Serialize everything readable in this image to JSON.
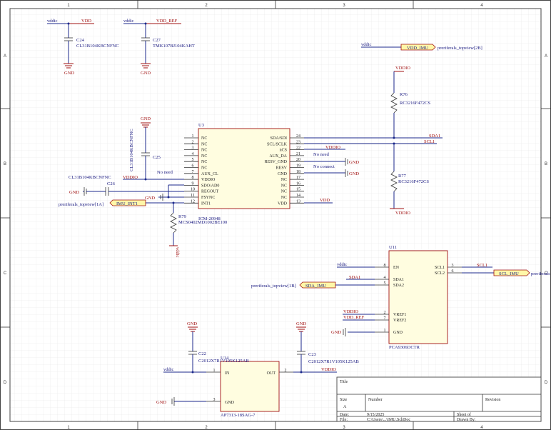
{
  "frame": {
    "columns": [
      "1",
      "2",
      "3",
      "4"
    ],
    "rows": [
      "A",
      "B",
      "C",
      "D"
    ]
  },
  "power": {
    "gnd": "GND",
    "vddic": "vddic",
    "vdd": "VDD",
    "vdd_ref": "VDD_REF",
    "vddio": "VDDIO"
  },
  "nets": {
    "sda1": "SDA1",
    "scl1": "SCL1",
    "no_need": "No need",
    "no_connect": "No connect"
  },
  "ports": {
    "vdd_imu": "VDD_IMU",
    "imu_int1": "IMU_INT1",
    "sda_imu": "SDA_IMU",
    "scl_imu": "SCL_IMU",
    "ref_2b": "preriferals_topview[2B]",
    "ref_1a": "preriferals_topview[1A]",
    "ref_1b": "preriferals_topview[1B]",
    "ref_scl": "preriferals"
  },
  "parts": {
    "c24": {
      "ref": "C24",
      "value": "CL31B104KBCNFNC"
    },
    "c27": {
      "ref": "C27",
      "value": "TMK107BJ104KAHT"
    },
    "c25": {
      "ref": "C25",
      "value": "CL31B104KBCNFNC"
    },
    "c26": {
      "ref": "C26",
      "value": "CL31B104KBCNFNC"
    },
    "r76": {
      "ref": "R76",
      "value": "RC3216F472CS"
    },
    "r77": {
      "ref": "R77",
      "value": "RC3216F472CS"
    },
    "r79": {
      "ref": "R79",
      "value": "MCS0402MD1002BE100"
    },
    "c22": {
      "ref": "C22",
      "value": "C2012X7R1V105K125AB"
    },
    "c23": {
      "ref": "C23",
      "value": "C2012X7R1V105K125AB"
    }
  },
  "u3": {
    "ref": "U3",
    "value": "ICM-20948",
    "left_pins": [
      {
        "num": "1",
        "name": "NC"
      },
      {
        "num": "2",
        "name": "NC"
      },
      {
        "num": "3",
        "name": "NC"
      },
      {
        "num": "4",
        "name": "NC"
      },
      {
        "num": "5",
        "name": "NC"
      },
      {
        "num": "6",
        "name": "NC"
      },
      {
        "num": "7",
        "name": "AUX_CL"
      },
      {
        "num": "8",
        "name": "VDDIO"
      },
      {
        "num": "9",
        "name": "SDO/AD0"
      },
      {
        "num": "10",
        "name": "REGOUT"
      },
      {
        "num": "11",
        "name": "FSYNC"
      },
      {
        "num": "12",
        "name": "INT1"
      }
    ],
    "right_pins": [
      {
        "num": "24",
        "name": "SDA/SDI"
      },
      {
        "num": "23",
        "name": "SCL/SCLK"
      },
      {
        "num": "22",
        "name": "nCS"
      },
      {
        "num": "21",
        "name": "AUX_DA"
      },
      {
        "num": "20",
        "name": "RESV_GND"
      },
      {
        "num": "19",
        "name": "RESV"
      },
      {
        "num": "18",
        "name": "GND"
      },
      {
        "num": "17",
        "name": "NC"
      },
      {
        "num": "16",
        "name": "NC"
      },
      {
        "num": "15",
        "name": "NC"
      },
      {
        "num": "14",
        "name": "NC"
      },
      {
        "num": "13",
        "name": "VDD"
      }
    ]
  },
  "u11": {
    "ref": "U11",
    "value": "PCA9306DCTR",
    "pins": [
      {
        "num": "8",
        "name": "EN"
      },
      {
        "num": "4",
        "name": "SDA1"
      },
      {
        "num": "5",
        "name": "SDA2"
      },
      {
        "num": "2",
        "name": "VREF1"
      },
      {
        "num": "7",
        "name": "VREF2"
      },
      {
        "num": "1",
        "name": "GND"
      },
      {
        "num": "3",
        "name": "SCL1"
      },
      {
        "num": "6",
        "name": "SCL2"
      }
    ]
  },
  "u14": {
    "ref": "U14",
    "value": "AP7313-18SAG-7",
    "pins": [
      {
        "num": "1",
        "name": "IN"
      },
      {
        "num": "2",
        "name": "OUT"
      },
      {
        "num": "3",
        "name": "GND"
      }
    ]
  },
  "title_block": {
    "title_label": "Title",
    "size_label": "Size",
    "size_value": "A",
    "number_label": "Number",
    "revision_label": "Revision",
    "date_label": "Date:",
    "date_value": "9/15/2025",
    "file_label": "File:",
    "file_value": "C:\\Users\\...\\IMU.SchDoc",
    "sheet_label": "Sheet   of",
    "drawn_label": "Drawn By:"
  }
}
